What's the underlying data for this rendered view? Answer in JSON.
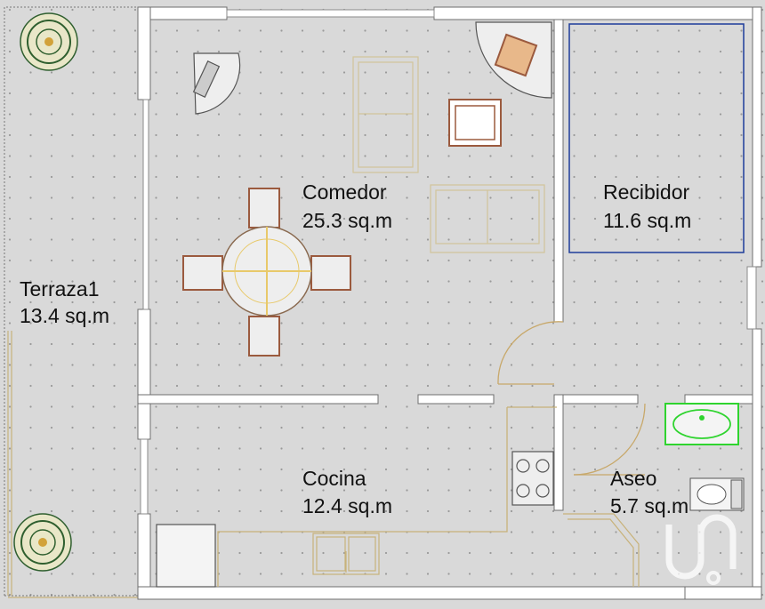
{
  "rooms": [
    {
      "id": "terraza",
      "name": "Terraza1",
      "area": "13.4 sq.m"
    },
    {
      "id": "comedor",
      "name": "Comedor",
      "area": "25.3 sq.m"
    },
    {
      "id": "recibidor",
      "name": "Recibidor",
      "area": "11.6 sq.m"
    },
    {
      "id": "cocina",
      "name": "Cocina",
      "area": "12.4 sq.m"
    },
    {
      "id": "aseo",
      "name": "Aseo",
      "area": "5.7 sq.m"
    }
  ],
  "colors": {
    "background": "#d9d9d9",
    "grid_dot": "#9a9a9a",
    "wall": "#ffffff",
    "wall_outline": "#6e6e6e",
    "furniture_outline": "#d2c49a",
    "chair": "#9b5a3e",
    "table_highlight": "#e8c96a",
    "recibidor_outline": "#1e3c9a",
    "sink_green": "#2fd42f",
    "plant": "#2f5f2f",
    "door": "#c8a86a"
  },
  "icons": [
    "plant-icon",
    "armchair-icon",
    "tv-icon",
    "dining-table-icon",
    "sofa-icon",
    "stove-icon",
    "sink-icon",
    "bathtub-icon",
    "toilet-icon",
    "watermark-logo"
  ]
}
